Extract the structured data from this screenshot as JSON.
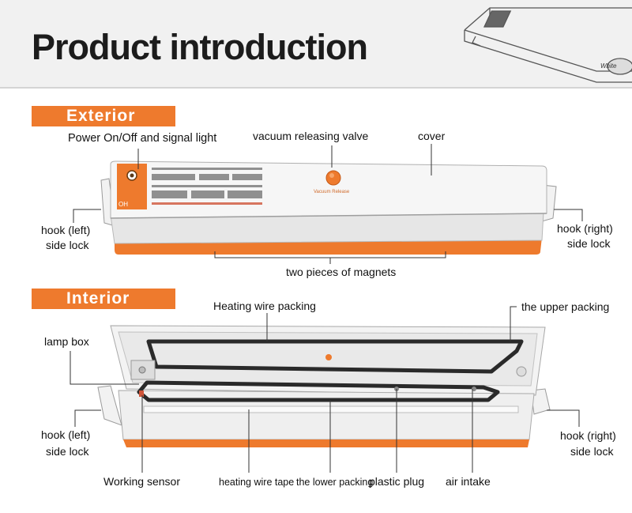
{
  "title": "Product introduction",
  "exterior": {
    "tag": "Exterior",
    "labels": {
      "power": "Power On/Off and signal light",
      "valve": "vacuum releasing valve",
      "cover": "cover",
      "hook_left_a": "hook (left)",
      "hook_left_b": "side lock",
      "hook_right_a": "hook (right)",
      "hook_right_b": "side lock",
      "magnets": "two pieces of magnets"
    },
    "device_text": {
      "panel_word": "OH",
      "valve_caption": "Vacuum Release"
    }
  },
  "interior": {
    "tag": "Interior",
    "labels": {
      "heating_wire_packing": "Heating wire packing",
      "upper_packing": "the upper packing",
      "lamp_box": "lamp box",
      "hook_left_a": "hook (left)",
      "hook_left_b": "side lock",
      "hook_right_a": "hook (right)",
      "hook_right_b": "side lock",
      "working_sensor": "Working sensor",
      "heating_wire_tape": "heating wire tape",
      "lower_packing": "the lower packing",
      "plastic_plug": "plastic plug",
      "air_intake": "air intake"
    }
  },
  "colors": {
    "accent": "#ee7a2d",
    "device_body": "#f3f3f3",
    "device_base": "#e4e4e4",
    "gasket": "#2a2a2a"
  }
}
